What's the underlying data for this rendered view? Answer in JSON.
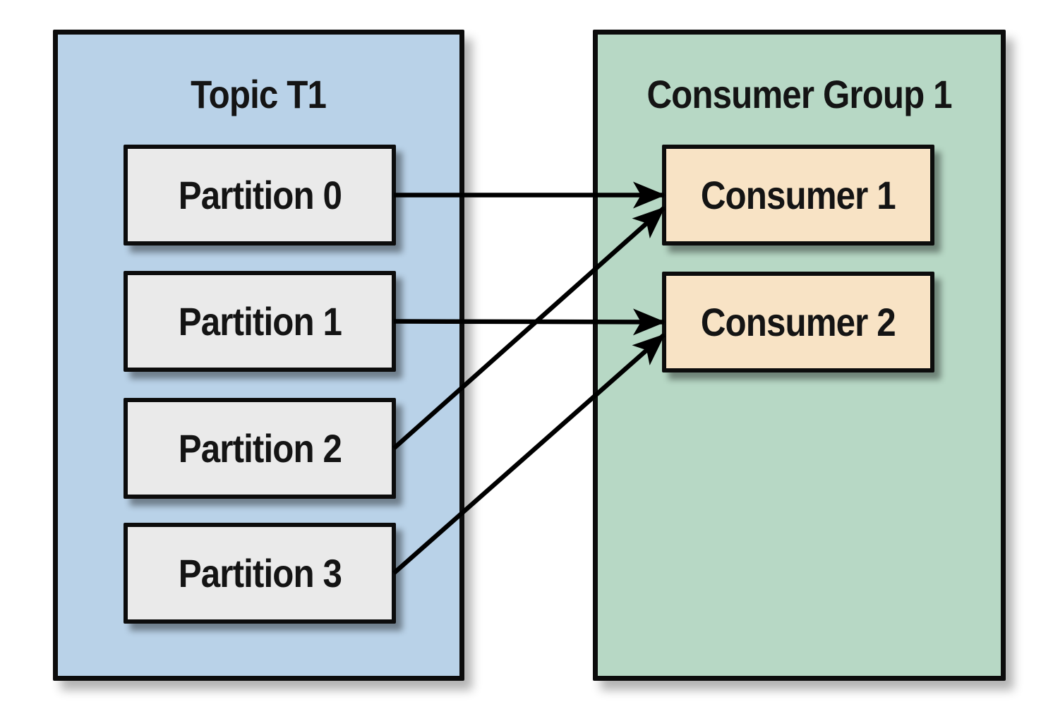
{
  "topic": {
    "title": "Topic T1",
    "partitions": [
      {
        "id": "partition-0",
        "label": "Partition 0"
      },
      {
        "id": "partition-1",
        "label": "Partition 1"
      },
      {
        "id": "partition-2",
        "label": "Partition 2"
      },
      {
        "id": "partition-3",
        "label": "Partition 3"
      }
    ]
  },
  "consumer_group": {
    "title": "Consumer Group 1",
    "consumers": [
      {
        "id": "consumer-1",
        "label": "Consumer 1"
      },
      {
        "id": "consumer-2",
        "label": "Consumer 2"
      }
    ]
  },
  "connections": [
    {
      "from": "partition-0",
      "to": "consumer-1"
    },
    {
      "from": "partition-1",
      "to": "consumer-2"
    },
    {
      "from": "partition-2",
      "to": "consumer-1"
    },
    {
      "from": "partition-3",
      "to": "consumer-2"
    }
  ],
  "colors": {
    "topic_fill": "#b9d2e8",
    "group_fill": "#b7d8c5",
    "partition_fill": "#eaeaea",
    "consumer_fill": "#f8e3c5",
    "border": "#0c0c0c",
    "arrow": "#000000",
    "text": "#141414",
    "canvas_bg": "#ffffff"
  }
}
